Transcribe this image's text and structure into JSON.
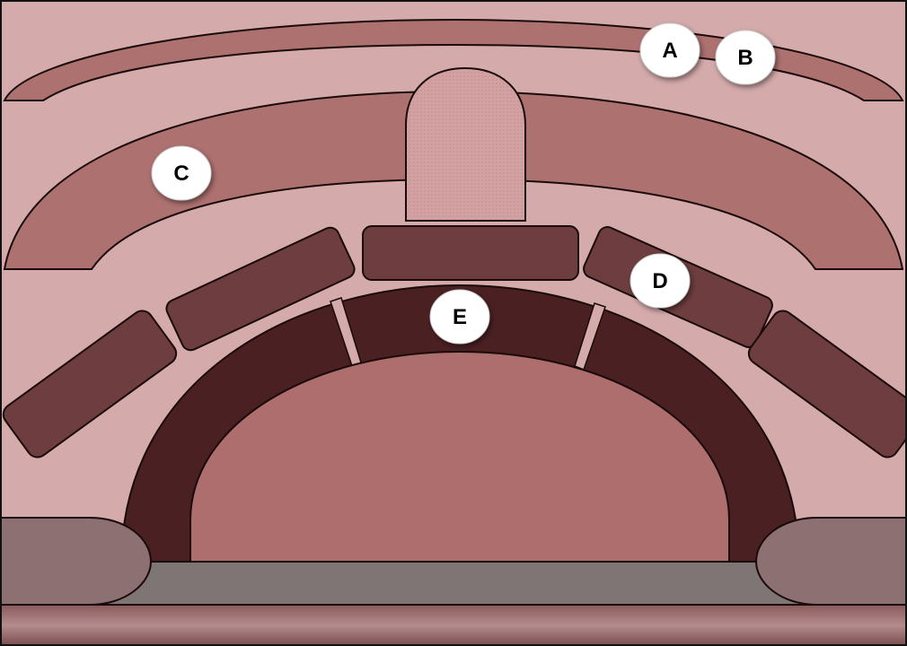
{
  "colors": {
    "background": "#d4aaab",
    "outer_band": "#ad7170",
    "middle_band": "#ad7170",
    "upper_blocks": "#6e3d40",
    "inner_arch": "#4a2023",
    "central_mass": "#ad6e6d",
    "niche": "#d6a3a4",
    "floor": "#7e7575",
    "side_lobes": "#8d7071",
    "outline": "#1a0a0a",
    "label_fill": "#ffffff"
  },
  "labels": [
    {
      "id": "A",
      "text": "A"
    },
    {
      "id": "B",
      "text": "B"
    },
    {
      "id": "C",
      "text": "C"
    },
    {
      "id": "D",
      "text": "D"
    },
    {
      "id": "E",
      "text": "E"
    }
  ]
}
